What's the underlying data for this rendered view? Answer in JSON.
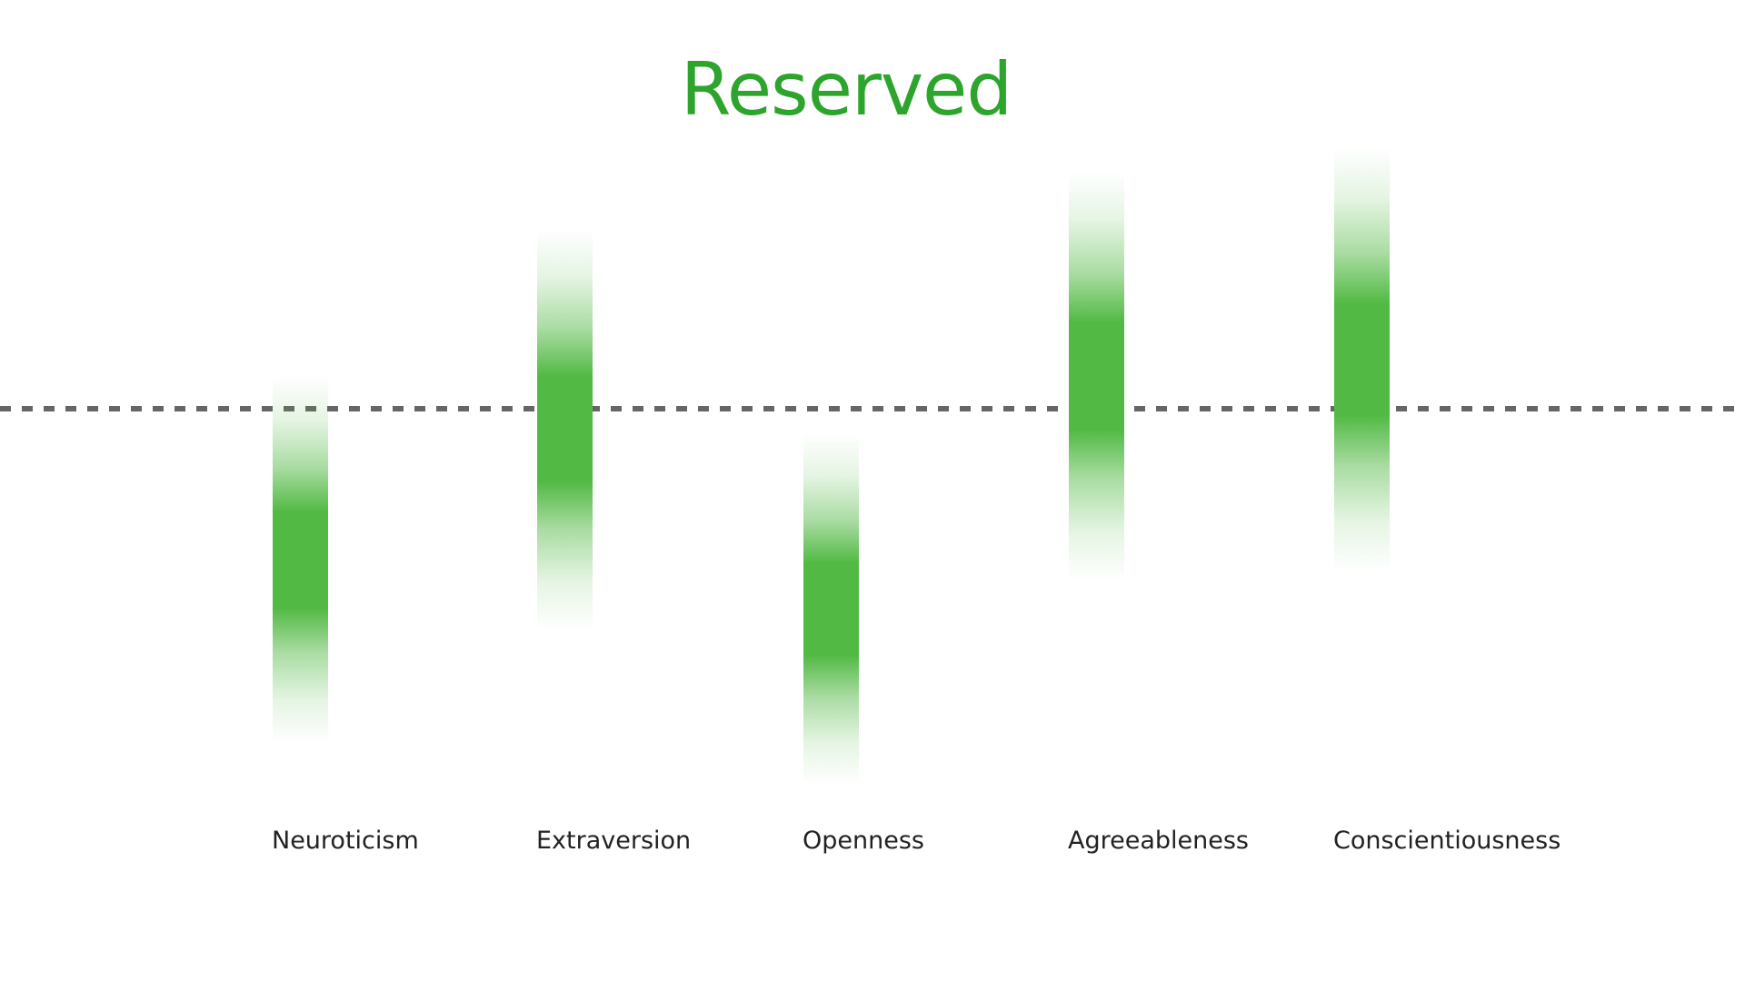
{
  "chart_data": {
    "type": "range-bar",
    "title": "Reserved",
    "categories": [
      "Neuroticism",
      "Extraversion",
      "Openness",
      "Agreeableness",
      "Conscientiousness"
    ],
    "ranges": [
      [
        9,
        54
      ],
      [
        23,
        72
      ],
      [
        4,
        47
      ],
      [
        29,
        79
      ],
      [
        30,
        82
      ]
    ],
    "baseline": 50,
    "ylim": [
      0,
      100
    ],
    "grid": false,
    "legend": "none",
    "colors": {
      "title": "#2da52d",
      "bar": "#52b944",
      "baseline": "#666666",
      "label": "#222222"
    }
  }
}
